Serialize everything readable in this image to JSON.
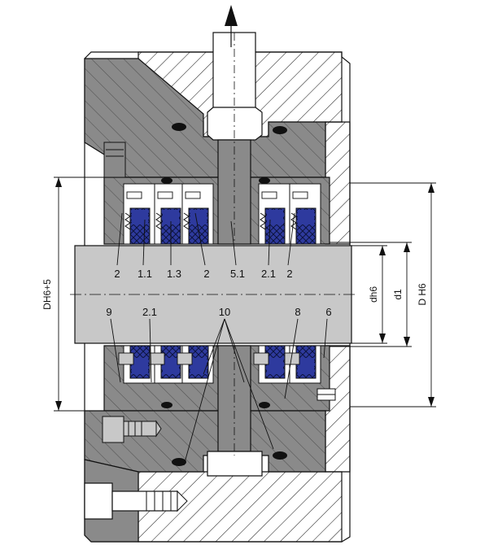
{
  "colors": {
    "housing_gray": "#8a8a8a",
    "housing_dark": "#6e6e6e",
    "shaft_gray": "#c8c8c8",
    "seal_blue": "#2e3a9e",
    "seal_black": "#111111",
    "hatch": "#222222",
    "background": "#ffffff"
  },
  "flow_arrow": {
    "icon": "arrow-up-icon"
  },
  "part_labels": {
    "top": [
      "2",
      "1.1",
      "1.3",
      "2",
      "5.1",
      "2.1",
      "2"
    ],
    "bottom": [
      "9",
      "2.1",
      "10",
      "8",
      "6"
    ]
  },
  "dimensions": {
    "left": "DH6+5",
    "right": [
      "dh6",
      "d1",
      "D H6"
    ]
  }
}
